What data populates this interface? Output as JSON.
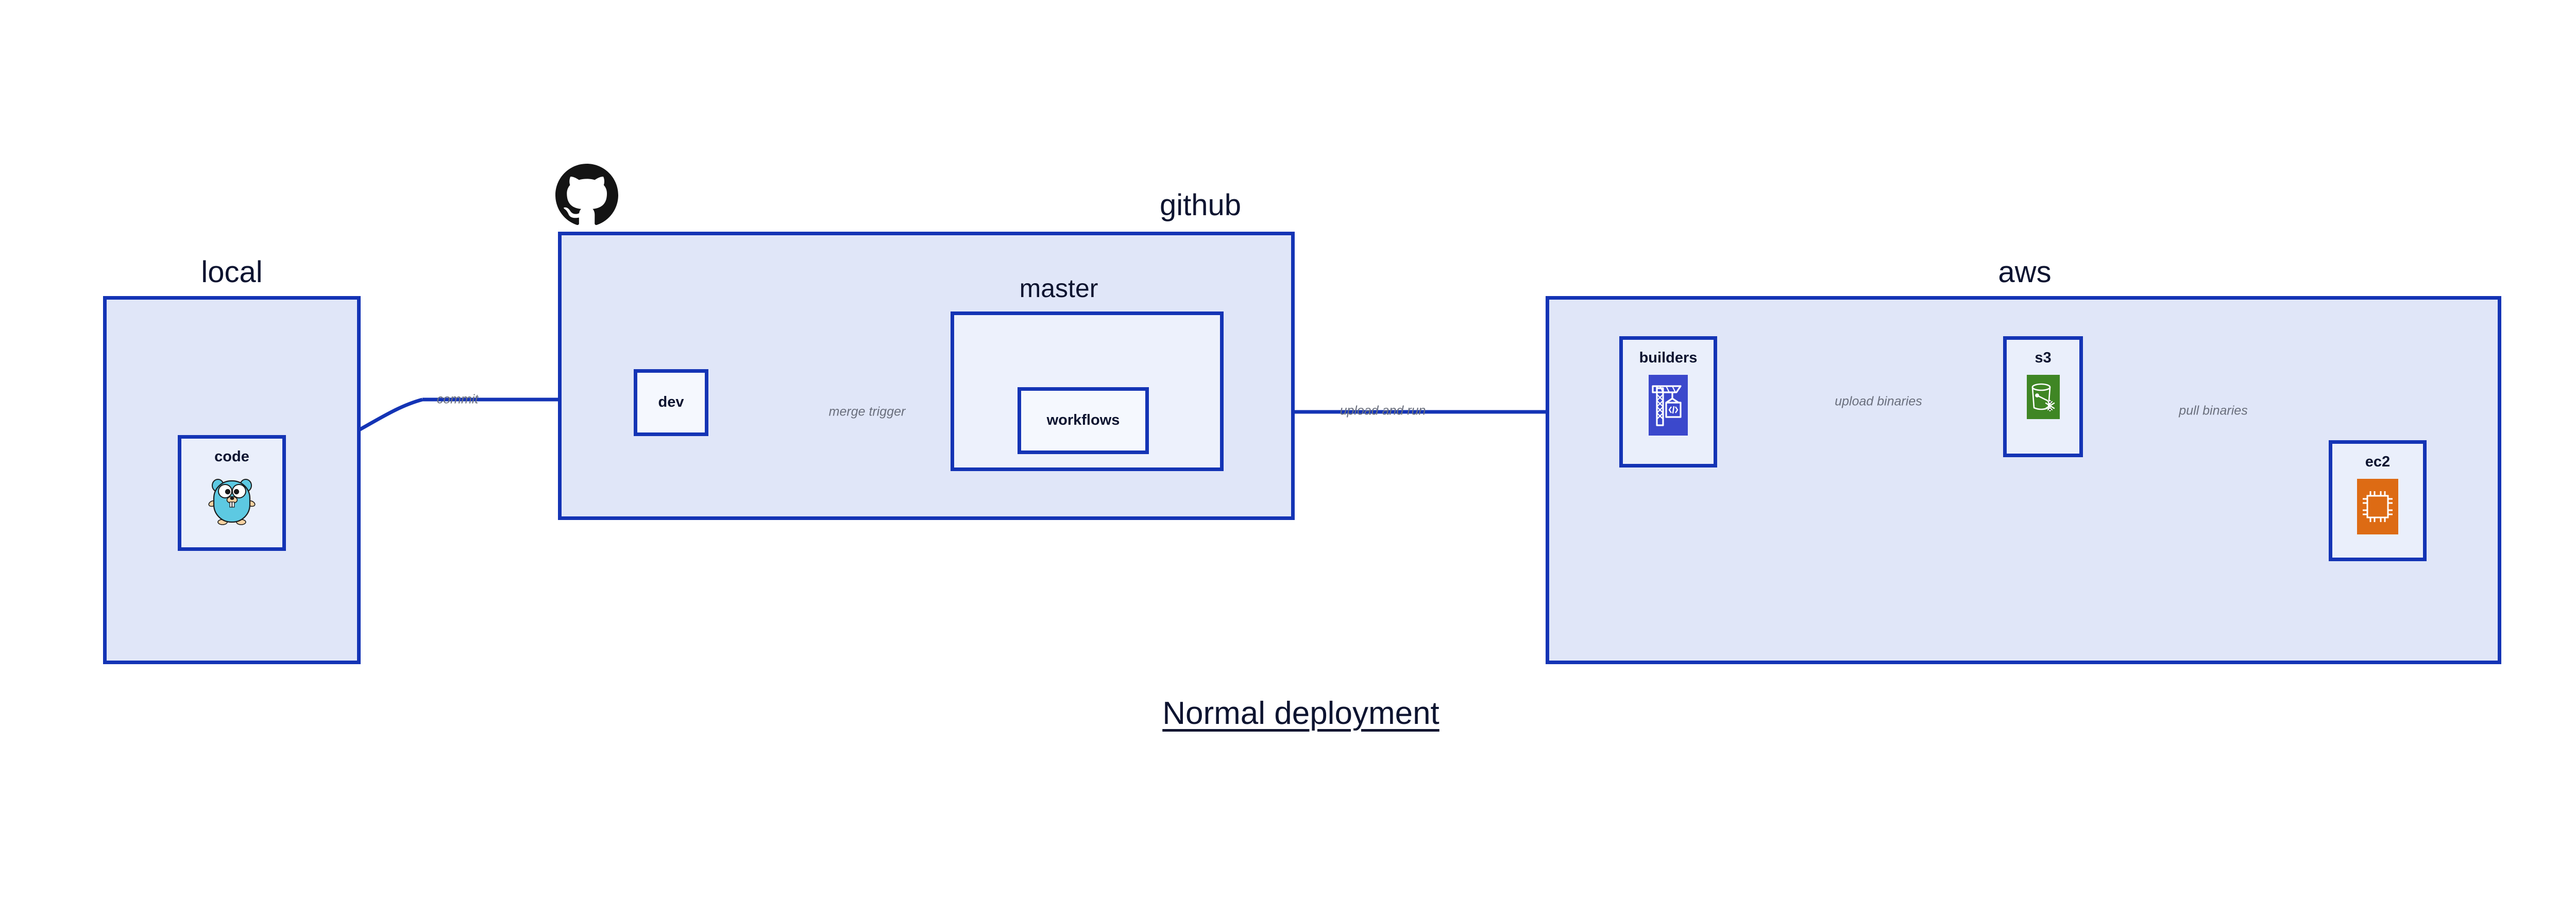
{
  "diagram": {
    "title": "Normal deployment",
    "accent_border": "#1434b5",
    "group_fill": "#e0e6f8",
    "subgroup_fill": "#edf1fc",
    "node_fill": "#eaeffb",
    "label_color": "#0d1430",
    "edge_label_color": "#6a6f7d"
  },
  "groups": {
    "local": {
      "label": "local"
    },
    "github": {
      "label": "github"
    },
    "aws": {
      "label": "aws"
    }
  },
  "subgroups": {
    "master": {
      "label": "master"
    }
  },
  "nodes": {
    "code": {
      "label": "code",
      "icon": "go-gopher-icon"
    },
    "dev": {
      "label": "dev",
      "icon": "none"
    },
    "workflows": {
      "label": "workflows",
      "icon": "none"
    },
    "builders": {
      "label": "builders",
      "icon": "aws-codebuild-icon",
      "icon_color": "#3b48cc"
    },
    "s3": {
      "label": "s3",
      "icon": "aws-s3-glacier-icon",
      "icon_color": "#3f8624"
    },
    "ec2": {
      "label": "ec2",
      "icon": "aws-ec2-icon",
      "icon_color": "#dd6b14"
    }
  },
  "edges": [
    {
      "id": "commit",
      "label": "commit",
      "from": "code",
      "to": "dev"
    },
    {
      "id": "merge-trigger",
      "label": "merge trigger",
      "from": "dev",
      "to": "workflows"
    },
    {
      "id": "upload-and-run",
      "label": "upload and run",
      "from": "workflows",
      "to": "builders"
    },
    {
      "id": "upload-binaries",
      "label": "upload binaries",
      "from": "builders",
      "to": "s3"
    },
    {
      "id": "pull-binaries",
      "label": "pull binaries",
      "from": "s3",
      "to": "ec2"
    }
  ],
  "branding": {
    "github_mark": "github-octocat-icon"
  }
}
